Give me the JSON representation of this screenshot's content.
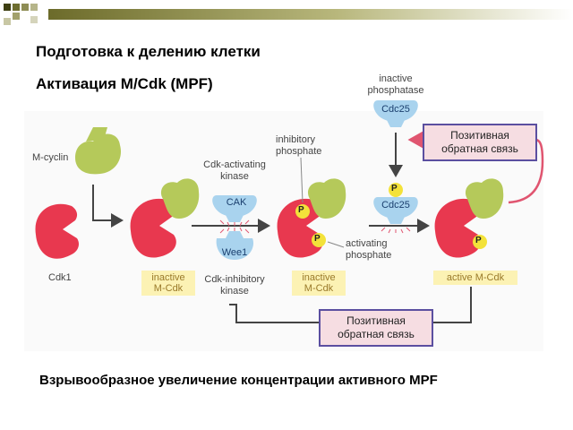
{
  "titles": {
    "line1": "Подготовка к делению клетки",
    "line2": "Активация M/Cdk (MPF)"
  },
  "caption": "Взрывообразное увеличение концентрации активного MPF",
  "labels": {
    "m_cyclin": "M-cyclin",
    "cdk1": "Cdk1",
    "cdk_activating_kinase_1": "Cdk-activating",
    "cdk_activating_kinase_2": "kinase",
    "cak": "CAK",
    "wee1": "Wee1",
    "cdk_inhibitory_kinase_1": "Cdk-inhibitory",
    "cdk_inhibitory_kinase_2": "kinase",
    "inhibitory_phosphate_1": "inhibitory",
    "inhibitory_phosphate_2": "phosphate",
    "activating_phosphate_1": "activating",
    "activating_phosphate_2": "phosphate",
    "inactive_phosphatase_1": "inactive",
    "inactive_phosphatase_2": "phosphatase",
    "cdc25_top": "Cdc25",
    "cdc25_mid": "Cdc25",
    "p": "P",
    "inactive_mcdk_1a": "inactive",
    "inactive_mcdk_1b": "M-Cdk",
    "inactive_mcdk_2a": "inactive",
    "inactive_mcdk_2b": "M-Cdk",
    "active_mcdk": "active M-Cdk"
  },
  "feedback_boxes": {
    "top_line1": "Позитивная",
    "top_line2": "обратная связь",
    "bottom_line1": "Позитивная",
    "bottom_line2": "обратная связь"
  },
  "colors": {
    "cdk_red": "#e8384f",
    "cyclin_green": "#b5c95a",
    "enzyme_blue": "#a9d3ee",
    "phosphate_yellow": "#f3e23a",
    "arrow_red": "#e05570",
    "box_border": "#5b4fa0",
    "box_fill": "#f6dde2",
    "label_yellow": "#fcf2b4"
  },
  "icons": {
    "bullets": "olive-square-bullets",
    "top_bar": "olive-gradient-bar"
  }
}
